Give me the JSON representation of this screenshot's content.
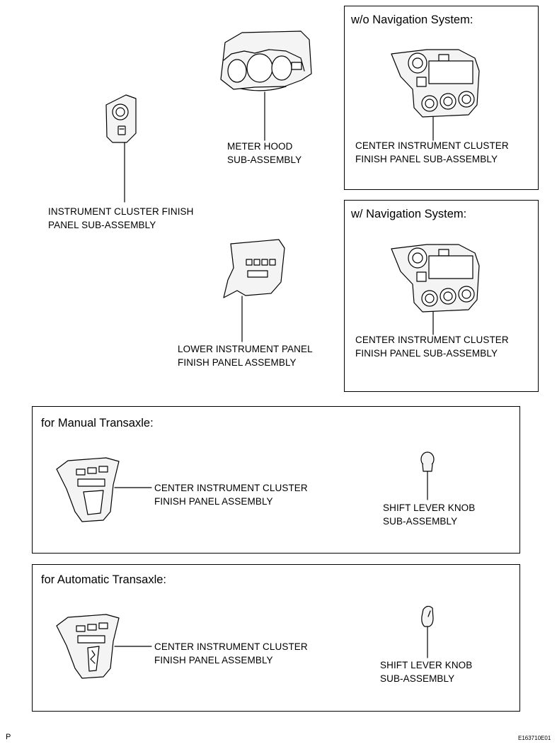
{
  "labels": {
    "instrument_cluster_finish": [
      "INSTRUMENT CLUSTER FINISH",
      "PANEL SUB-ASSEMBLY"
    ],
    "meter_hood": [
      "METER HOOD",
      "SUB-ASSEMBLY"
    ],
    "lower_instrument_panel": [
      "LOWER INSTRUMENT PANEL",
      "FINISH PANEL ASSEMBLY"
    ],
    "center_cluster_sub_wo_nav": [
      "CENTER INSTRUMENT CLUSTER",
      "FINISH PANEL SUB-ASSEMBLY"
    ],
    "center_cluster_sub_w_nav": [
      "CENTER INSTRUMENT CLUSTER",
      "FINISH PANEL SUB-ASSEMBLY"
    ],
    "center_cluster_assy_manual": [
      "CENTER INSTRUMENT CLUSTER",
      "FINISH PANEL ASSEMBLY"
    ],
    "shift_knob_manual": [
      "SHIFT LEVER KNOB",
      "SUB-ASSEMBLY"
    ],
    "center_cluster_assy_auto": [
      "CENTER INSTRUMENT CLUSTER",
      "FINISH PANEL ASSEMBLY"
    ],
    "shift_knob_auto": [
      "SHIFT LEVER KNOB",
      "SUB-ASSEMBLY"
    ]
  },
  "boxes": {
    "wo_nav_title": "w/o Navigation System:",
    "w_nav_title": "w/ Navigation System:",
    "manual_title": "for Manual Transaxle:",
    "auto_title": "for Automatic Transaxle:"
  },
  "footer": {
    "page_mark": "P",
    "figure_code": "E163710E01"
  }
}
